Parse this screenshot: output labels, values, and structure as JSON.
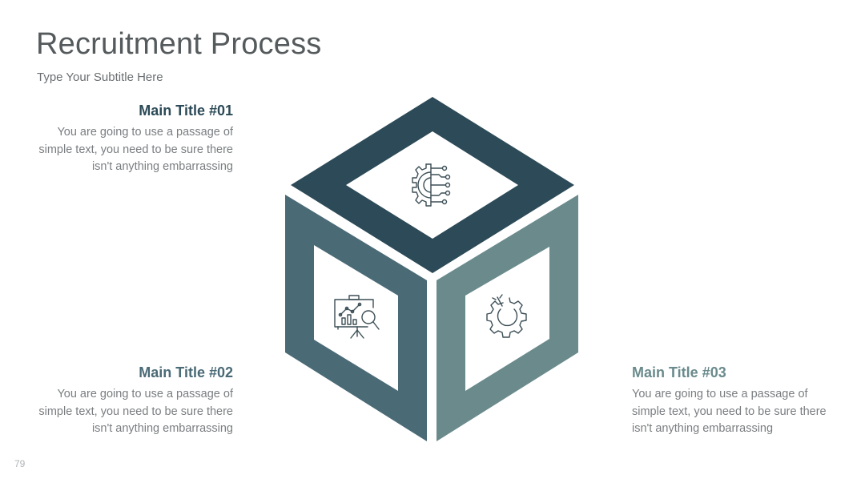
{
  "header": {
    "title": "Recruitment Process",
    "subtitle": "Type Your Subtitle Here"
  },
  "blocks": [
    {
      "title": "Main Title #01",
      "text": "You are going to use a passage of simple text, you need to be sure there isn't anything embarrassing",
      "color": "#2c4a57"
    },
    {
      "title": "Main Title #02",
      "text": "You are going to use a passage of simple text, you need to be sure there isn't anything embarrassing",
      "color": "#4a6a76"
    },
    {
      "title": "Main Title #03",
      "text": "You are going to use a passage of simple text, you need to be sure there isn't anything embarrassing",
      "color": "#6a8a8c"
    }
  ],
  "cube": {
    "top_icon": "gear-circuit-icon",
    "left_icon": "presentation-analytics-icon",
    "right_icon": "gear-power-icon",
    "colors": {
      "top": "#2c4a57",
      "left": "#4a6a76",
      "right": "#6a8a8c",
      "icon_stroke": "#3c4e56"
    }
  },
  "footer": {
    "page_number": "79"
  }
}
